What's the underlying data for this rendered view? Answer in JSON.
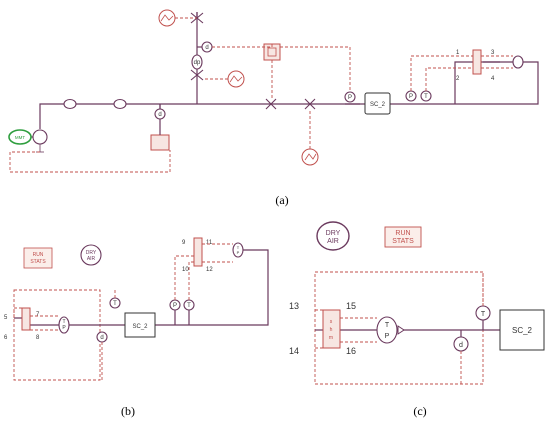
{
  "colors": {
    "pipe": "#6b3a5e",
    "signal": "#c0504d",
    "fan": "#2e9e3e",
    "component_fill": "#f7e6e2"
  },
  "panel_a": {
    "caption": "(a)",
    "left_source_label": "MMT",
    "sc_box_label": "SC_2",
    "sensor_p1": "P",
    "sensor_p2": "P",
    "sensor_t": "T",
    "sensor_d1": "d",
    "sensor_d2": "d",
    "sensor_dp": "dp",
    "mixer_labels": [
      "1",
      "2",
      "3",
      "4"
    ]
  },
  "panel_b": {
    "caption": "(b)",
    "run_stats": "RUN\nSTATS",
    "dry_air": "DRY\nAIR",
    "sc_box_label": "SC_2",
    "numbers": [
      "5",
      "6",
      "7",
      "8",
      "9",
      "10",
      "11",
      "12"
    ],
    "sensor_t": "T",
    "sensor_p": "P",
    "sensor_d": "d",
    "tp_left": "T\nP",
    "tp_right": "T\nP"
  },
  "panel_c": {
    "caption": "(c)",
    "dry_air": "DRY\nAIR",
    "run_stats": "RUN\nSTATS",
    "sc_box_label": "SC_2",
    "numbers": [
      "13",
      "14",
      "15",
      "16"
    ],
    "sensor_t": "T",
    "sensor_d": "d",
    "tp_top": "T",
    "tp_bottom": "P",
    "mixer_letters": [
      "s",
      "h",
      "m"
    ]
  }
}
